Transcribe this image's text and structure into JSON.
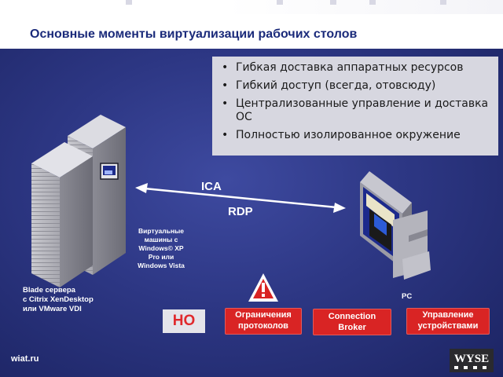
{
  "slide": {
    "title": "Основные моменты виртуализации рабочих столов",
    "bullets": [
      "Гибкая доставка аппаратных ресурсов",
      "Гибкий доступ (всегда, отовсюду)",
      "Централизованные управление и доставка ОС",
      "Полностью изолированное окружение"
    ],
    "protocols": {
      "ica": "ICA",
      "rdp": "RDP"
    },
    "vm_label": [
      "Виртуальные",
      "машины с",
      "Windows© XP",
      "Pro или",
      "Windows Vista"
    ],
    "blade_label": [
      "Blade сервера",
      "с Citrix XenDesktop",
      "или VMware VDI"
    ],
    "pc_label": "PC",
    "no_label": "НО",
    "buttons": {
      "protocol_limits": [
        "Ограничения",
        "протоколов"
      ],
      "connection_broker": [
        "Connection",
        "Broker"
      ],
      "device_management": [
        "Управление",
        "устройствами"
      ]
    },
    "footer_url": "wiat.ru",
    "logo_text": "WYSE",
    "icons": [
      "server-rack-icon",
      "pc-icon",
      "warning-icon",
      "double-arrow-icon"
    ],
    "colors": {
      "background": "#2d3784",
      "title": "#1a2a7a",
      "button": "#d92424",
      "no_text": "#e0292c",
      "bullet_box": "#d7d7e0"
    }
  }
}
